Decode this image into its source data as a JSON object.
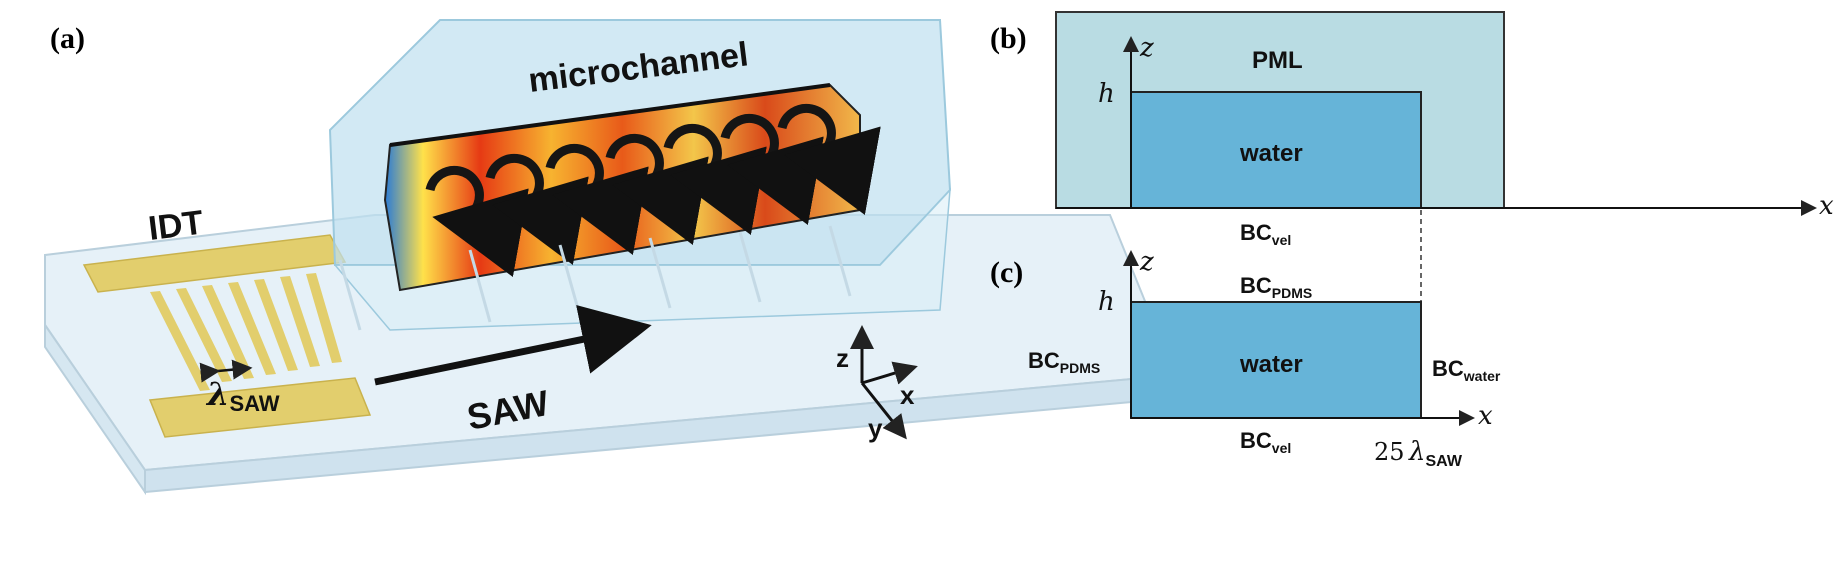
{
  "panel_a": {
    "tag": "(a)",
    "microchannel_label": "microchannel",
    "idt_label": "IDT",
    "lambda_symbol": "λ",
    "lambda_sub": "SAW",
    "saw_label": "SAW",
    "axis_z": "z",
    "axis_x": "x",
    "axis_y": "y"
  },
  "panel_b": {
    "tag": "(b)",
    "axis_z": "z",
    "axis_x": "x",
    "height_label": "h",
    "pml_label": "PML",
    "water_label": "water",
    "bc_bottom_main": "BC",
    "bc_bottom_sub": "vel"
  },
  "panel_c": {
    "tag": "(c)",
    "axis_z": "z",
    "axis_x": "x",
    "height_label": "h",
    "water_label": "water",
    "bc_top_main": "BC",
    "bc_top_sub": "PDMS",
    "bc_left_main": "BC",
    "bc_left_sub": "PDMS",
    "bc_right_main": "BC",
    "bc_right_sub": "water",
    "bc_bottom_main": "BC",
    "bc_bottom_sub": "vel",
    "length_number": "25",
    "length_lambda": "λ",
    "length_sub": "SAW"
  },
  "colors": {
    "water": "#66b4d8",
    "pml": "#b9dce3",
    "gold": "#e2ce6d",
    "substrate": "#e6f1f8",
    "channel": "#bfe0ef"
  }
}
